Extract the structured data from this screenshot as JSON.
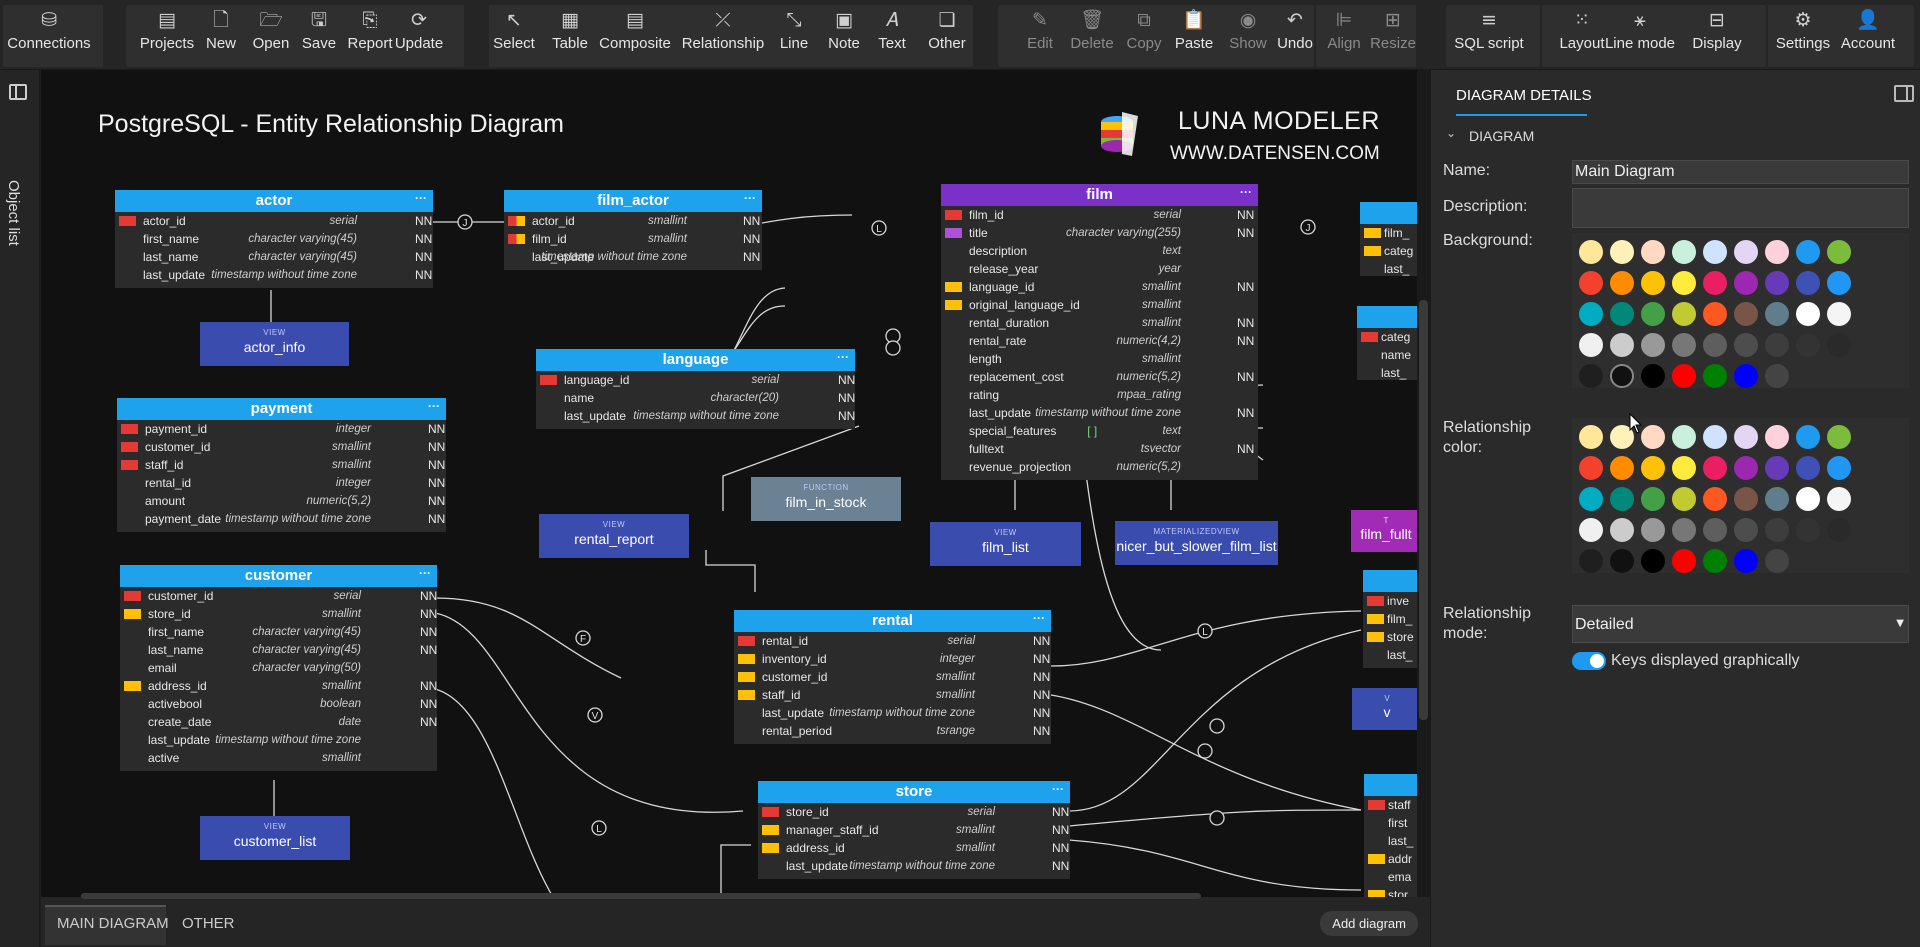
{
  "toolbar": [
    {
      "label": "Connections",
      "icon": "database-icon"
    },
    {
      "label": "Projects",
      "icon": "projects-icon"
    },
    {
      "label": "New",
      "icon": "new-file-icon"
    },
    {
      "label": "Open",
      "icon": "folder-open-icon"
    },
    {
      "label": "Save",
      "icon": "save-icon"
    },
    {
      "label": "Report",
      "icon": "report-icon"
    },
    {
      "label": "Update",
      "icon": "update-icon"
    },
    {
      "label": "Select",
      "icon": "pointer-icon"
    },
    {
      "label": "Table",
      "icon": "table-icon"
    },
    {
      "label": "Composite",
      "icon": "composite-icon"
    },
    {
      "label": "Relationship",
      "icon": "relationship-icon"
    },
    {
      "label": "Line",
      "icon": "line-icon"
    },
    {
      "label": "Note",
      "icon": "note-icon"
    },
    {
      "label": "Text",
      "icon": "text-icon"
    },
    {
      "label": "Other",
      "icon": "other-icon"
    },
    {
      "label": "Edit",
      "icon": "edit-icon"
    },
    {
      "label": "Delete",
      "icon": "trash-icon"
    },
    {
      "label": "Copy",
      "icon": "copy-icon"
    },
    {
      "label": "Paste",
      "icon": "paste-icon"
    },
    {
      "label": "Show",
      "icon": "eye-icon"
    },
    {
      "label": "Undo",
      "icon": "undo-icon"
    },
    {
      "label": "Align",
      "icon": "align-icon"
    },
    {
      "label": "Resize",
      "icon": "resize-icon"
    },
    {
      "label": "SQL script",
      "icon": "sql-script-icon"
    },
    {
      "label": "Layout",
      "icon": "layout-icon"
    },
    {
      "label": "Line mode",
      "icon": "line-mode-icon"
    },
    {
      "label": "Display",
      "icon": "display-icon"
    },
    {
      "label": "Settings",
      "icon": "gear-icon"
    },
    {
      "label": "Account",
      "icon": "user-icon"
    }
  ],
  "left_strip": {
    "label": "Object list"
  },
  "canvas": {
    "title": "PostgreSQL - Entity Relationship Diagram",
    "brand_line1": "LUNA MODELER",
    "brand_line2": "WWW.DATENSEN.COM",
    "entities": [
      {
        "name": "actor",
        "columns": [
          {
            "name": "actor_id",
            "type": "serial",
            "nn": "NN",
            "key": "pk"
          },
          {
            "name": "first_name",
            "type": "character varying(45)",
            "nn": "NN",
            "key": ""
          },
          {
            "name": "last_name",
            "type": "character varying(45)",
            "nn": "NN",
            "key": ""
          },
          {
            "name": "last_update",
            "type": "timestamp without time zone",
            "nn": "NN",
            "key": ""
          }
        ]
      },
      {
        "name": "film_actor",
        "columns": [
          {
            "name": "actor_id",
            "type": "smallint",
            "nn": "NN",
            "key": "pkfk"
          },
          {
            "name": "film_id",
            "type": "smallint",
            "nn": "NN",
            "key": "pkfk"
          },
          {
            "name": "last_update",
            "type": "timestamp without time zone",
            "nn": "NN",
            "key": ""
          }
        ]
      },
      {
        "name": "film",
        "columns": [
          {
            "name": "film_id",
            "type": "serial",
            "nn": "NN",
            "key": "pk"
          },
          {
            "name": "title",
            "type": "character varying(255)",
            "nn": "NN",
            "key": "idx"
          },
          {
            "name": "description",
            "type": "text",
            "nn": "",
            "key": ""
          },
          {
            "name": "release_year",
            "type": "year",
            "nn": "",
            "key": ""
          },
          {
            "name": "language_id",
            "type": "smallint",
            "nn": "NN",
            "key": "fk"
          },
          {
            "name": "original_language_id",
            "type": "smallint",
            "nn": "",
            "key": "fk"
          },
          {
            "name": "rental_duration",
            "type": "smallint",
            "nn": "NN",
            "key": ""
          },
          {
            "name": "rental_rate",
            "type": "numeric(4,2)",
            "nn": "NN",
            "key": ""
          },
          {
            "name": "length",
            "type": "smallint",
            "nn": "",
            "key": ""
          },
          {
            "name": "replacement_cost",
            "type": "numeric(5,2)",
            "nn": "NN",
            "key": ""
          },
          {
            "name": "rating",
            "type": "mpaa_rating",
            "nn": "",
            "key": ""
          },
          {
            "name": "last_update",
            "type": "timestamp without time zone",
            "nn": "NN",
            "key": ""
          },
          {
            "name": "special_features",
            "suffix": "[ ]",
            "type": "text",
            "nn": "",
            "key": ""
          },
          {
            "name": "fulltext",
            "type": "tsvector",
            "nn": "NN",
            "key": ""
          },
          {
            "name": "revenue_projection",
            "type": "numeric(5,2)",
            "nn": "",
            "key": ""
          }
        ]
      },
      {
        "name": "language",
        "columns": [
          {
            "name": "language_id",
            "type": "serial",
            "nn": "NN",
            "key": "pk"
          },
          {
            "name": "name",
            "type": "character(20)",
            "nn": "NN",
            "key": ""
          },
          {
            "name": "last_update",
            "type": "timestamp without time zone",
            "nn": "NN",
            "key": ""
          }
        ]
      },
      {
        "name": "payment",
        "columns": [
          {
            "name": "payment_id",
            "type": "integer",
            "nn": "NN",
            "key": "pk"
          },
          {
            "name": "customer_id",
            "type": "smallint",
            "nn": "NN",
            "key": "pk"
          },
          {
            "name": "staff_id",
            "type": "smallint",
            "nn": "NN",
            "key": "pk"
          },
          {
            "name": "rental_id",
            "type": "integer",
            "nn": "NN",
            "key": ""
          },
          {
            "name": "amount",
            "type": "numeric(5,2)",
            "nn": "NN",
            "key": ""
          },
          {
            "name": "payment_date",
            "type": "timestamp without time zone",
            "nn": "NN",
            "key": ""
          }
        ]
      },
      {
        "name": "customer",
        "columns": [
          {
            "name": "customer_id",
            "type": "serial",
            "nn": "NN",
            "key": "pk"
          },
          {
            "name": "store_id",
            "type": "smallint",
            "nn": "NN",
            "key": "fk"
          },
          {
            "name": "first_name",
            "type": "character varying(45)",
            "nn": "NN",
            "key": ""
          },
          {
            "name": "last_name",
            "type": "character varying(45)",
            "nn": "NN",
            "key": ""
          },
          {
            "name": "email",
            "type": "character varying(50)",
            "nn": "",
            "key": ""
          },
          {
            "name": "address_id",
            "type": "smallint",
            "nn": "NN",
            "key": "fk"
          },
          {
            "name": "activebool",
            "type": "boolean",
            "nn": "NN",
            "key": ""
          },
          {
            "name": "create_date",
            "type": "date",
            "nn": "NN",
            "key": ""
          },
          {
            "name": "last_update",
            "type": "timestamp without time zone",
            "nn": "",
            "key": ""
          },
          {
            "name": "active",
            "type": "smallint",
            "nn": "",
            "key": ""
          }
        ]
      },
      {
        "name": "rental",
        "columns": [
          {
            "name": "rental_id",
            "type": "serial",
            "nn": "NN",
            "key": "pk"
          },
          {
            "name": "inventory_id",
            "type": "integer",
            "nn": "NN",
            "key": "fk"
          },
          {
            "name": "customer_id",
            "type": "smallint",
            "nn": "NN",
            "key": "fk"
          },
          {
            "name": "staff_id",
            "type": "smallint",
            "nn": "NN",
            "key": "fk"
          },
          {
            "name": "last_update",
            "type": "timestamp without time zone",
            "nn": "NN",
            "key": ""
          },
          {
            "name": "rental_period",
            "type": "tsrange",
            "nn": "NN",
            "key": ""
          }
        ]
      },
      {
        "name": "store",
        "columns": [
          {
            "name": "store_id",
            "type": "serial",
            "nn": "NN",
            "key": "pk"
          },
          {
            "name": "manager_staff_id",
            "type": "smallint",
            "nn": "NN",
            "key": "fk"
          },
          {
            "name": "address_id",
            "type": "smallint",
            "nn": "NN",
            "key": "fk"
          },
          {
            "name": "last_update",
            "type": "timestamp without time zone",
            "nn": "NN",
            "key": ""
          }
        ]
      }
    ],
    "views": [
      {
        "kind": "VIEW",
        "name": "actor_info"
      },
      {
        "kind": "VIEW",
        "name": "rental_report"
      },
      {
        "kind": "FUNCTION",
        "name": "film_in_stock"
      },
      {
        "kind": "VIEW",
        "name": "film_list"
      },
      {
        "kind": "MATERIALIZEDVIEW",
        "name": "nicer_but_slower_film_list"
      },
      {
        "kind": "VIEW",
        "name": "customer_list"
      }
    ],
    "partial_right": {
      "film_category_rows": [
        "film_",
        "categ",
        "last_"
      ],
      "category_rows": [
        "categ",
        "name",
        "last_"
      ],
      "func_box_label": "film_fullt",
      "func_box_kind": "T",
      "inventory_rows": [
        "inve",
        "film_",
        "store",
        "last_"
      ],
      "view_box_label": "v",
      "view_box_kind": "V",
      "staff_rows": [
        "staff",
        "first",
        "last_",
        "addr",
        "ema",
        "stor"
      ]
    },
    "connector_letters": {
      "c1": "J",
      "c2": "L",
      "c3": "J",
      "c4": "L",
      "c5": "F",
      "c6": "V",
      "c7": "L",
      "c8": "L"
    }
  },
  "bottom": {
    "tabs": [
      "MAIN DIAGRAM",
      "OTHER"
    ],
    "add_button": "Add diagram"
  },
  "right_panel": {
    "tab": "DIAGRAM DETAILS",
    "section": "DIAGRAM",
    "name_label": "Name:",
    "name_value": "Main Diagram",
    "description_label": "Description:",
    "description_value": "",
    "background_label": "Background:",
    "relationship_color_label": "Relationship color:",
    "relationship_mode_label": "Relationship mode:",
    "relationship_mode_value": "Detailed",
    "keys_toggle_label": "Keys displayed graphically",
    "keys_toggle_on": true
  },
  "palette_colors": [
    [
      "#ffe79a",
      "#fff1b8",
      "#ffd9c4",
      "#c8f0dc",
      "#cfe3ff",
      "#e3d5f3",
      "#ffd1dc",
      "#1e9bf0",
      "#7cbc3c"
    ],
    [
      "#f3412e",
      "#ff8c00",
      "#ffc107",
      "#ffeb3b",
      "#e91e63",
      "#9c27b0",
      "#673ab7",
      "#3f51b5",
      "#2196f3"
    ],
    [
      "#00acc1",
      "#00897b",
      "#43a047",
      "#c0ca33",
      "#ff5722",
      "#795548",
      "#607d8b",
      "#ffffff",
      "#f5f5f5"
    ],
    [
      "#f0f0f0",
      "#cccccc",
      "#999999",
      "#777777",
      "#5e5e5e",
      "#4d4d4d",
      "#3d3d3d",
      "#333333",
      "#2a2a2a"
    ],
    [
      "#1f1f1f",
      "#111111",
      "#000000",
      "#ff0000",
      "#008000",
      "#0000ff",
      "#444444"
    ]
  ],
  "colors": {
    "entity_header": "#1fa2ec",
    "film_header": "#7a31c7",
    "view_box": "#3a4cae",
    "function_box": "#6a8294",
    "pk_key": "#e53935",
    "fk_key": "#ffc107"
  }
}
